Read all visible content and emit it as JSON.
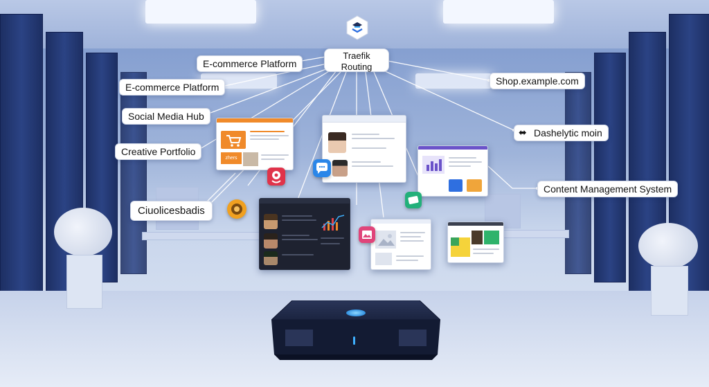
{
  "hub": {
    "line1": "Traefik",
    "line2": "Routing"
  },
  "labels": {
    "ecommerce_1": "E-commerce Platform",
    "ecommerce_2": "E-commerce Platform",
    "social": "Social Media Hub",
    "creative": "Creative Portfolio",
    "cloud": "Ciuolicesbadis",
    "shop": "Shop.example.com",
    "dash": "Dashelytic moin",
    "cms": "Content Management System"
  },
  "panel_text": {
    "shop_badge": "zhers"
  },
  "icons": {
    "hub_logo": "traefik-logo-icon",
    "dash_glyph": "double-arrow-icon",
    "map_pin": "map-pin-icon",
    "chat": "chat-bubble-icon",
    "image_app": "image-app-icon",
    "card_app": "card-app-icon",
    "orange_app": "orange-app-icon"
  },
  "colors": {
    "accent": "#2f6fe0",
    "orange": "#f08a2a",
    "line": "#ffffff",
    "device": "#1b2440",
    "device_glow": "#3fb0ff"
  }
}
